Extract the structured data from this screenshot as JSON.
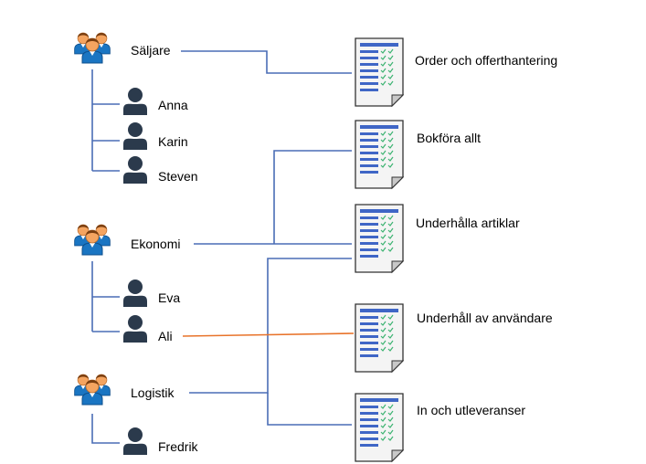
{
  "groups": [
    {
      "label": "Säljare",
      "members": [
        "Anna",
        "Karin",
        "Steven"
      ]
    },
    {
      "label": "Ekonomi",
      "members": [
        "Eva",
        "Ali"
      ]
    },
    {
      "label": "Logistik",
      "members": [
        "Fredrik"
      ]
    }
  ],
  "documents": [
    "Order och offerthantering",
    "Bokföra allt",
    "Underhålla artiklar",
    "Underhåll av användare",
    "In och utleveranser"
  ],
  "icons": {
    "group": "user-group-icon",
    "person": "person-icon",
    "document": "document-checklist-icon"
  },
  "colors": {
    "connector": "#4a6db5",
    "highlight_connector": "#e8732a",
    "person": "#2b3a4c",
    "group_shirt": "#1a75c2",
    "group_skin": "#f4a460",
    "group_hair": "#7a3e10",
    "doc_line": "#3f66c6",
    "doc_check": "#3cb371"
  }
}
